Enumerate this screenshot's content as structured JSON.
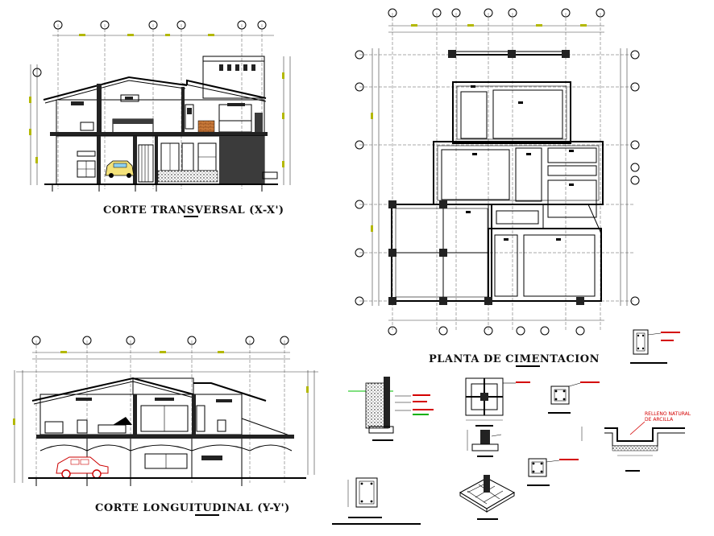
{
  "drawing": {
    "corte_transversal_title": "CORTE TRANSVERSAL (X-X')",
    "planta_cimentacion_title": "PLANTA DE CIMENTACION",
    "corte_longitudinal_title": "CORTE LONGUITUDINAL (Y-Y')",
    "relleno_note_line1": "RELLENO NATURAL",
    "relleno_note_line2": "DE ARCILLA"
  }
}
